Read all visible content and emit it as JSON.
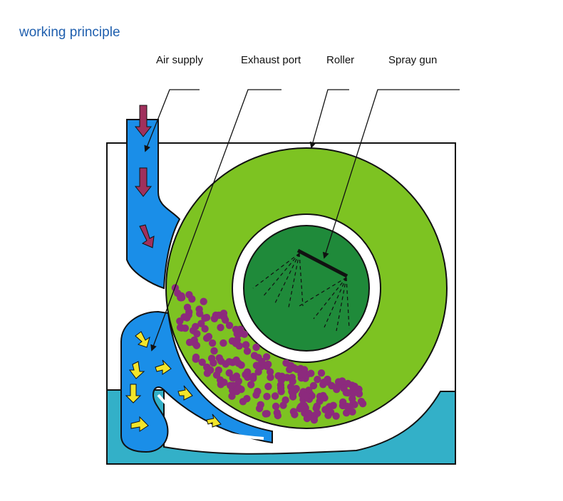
{
  "title": "working principle",
  "labels": {
    "air_supply": "Air supply",
    "exhaust_port": "Exhaust port",
    "roller": "Roller",
    "spray_gun": "Spray gun"
  },
  "colors": {
    "title": "#1f5fae",
    "drum": "#7dc322",
    "drum_core": "#1f8a3a",
    "duct": "#1a8ee8",
    "water": "#33b0c8",
    "particles": "#8c2a7d",
    "flow_arrow_in": "#a0305c",
    "flow_arrow_out": "#f2e52a"
  }
}
